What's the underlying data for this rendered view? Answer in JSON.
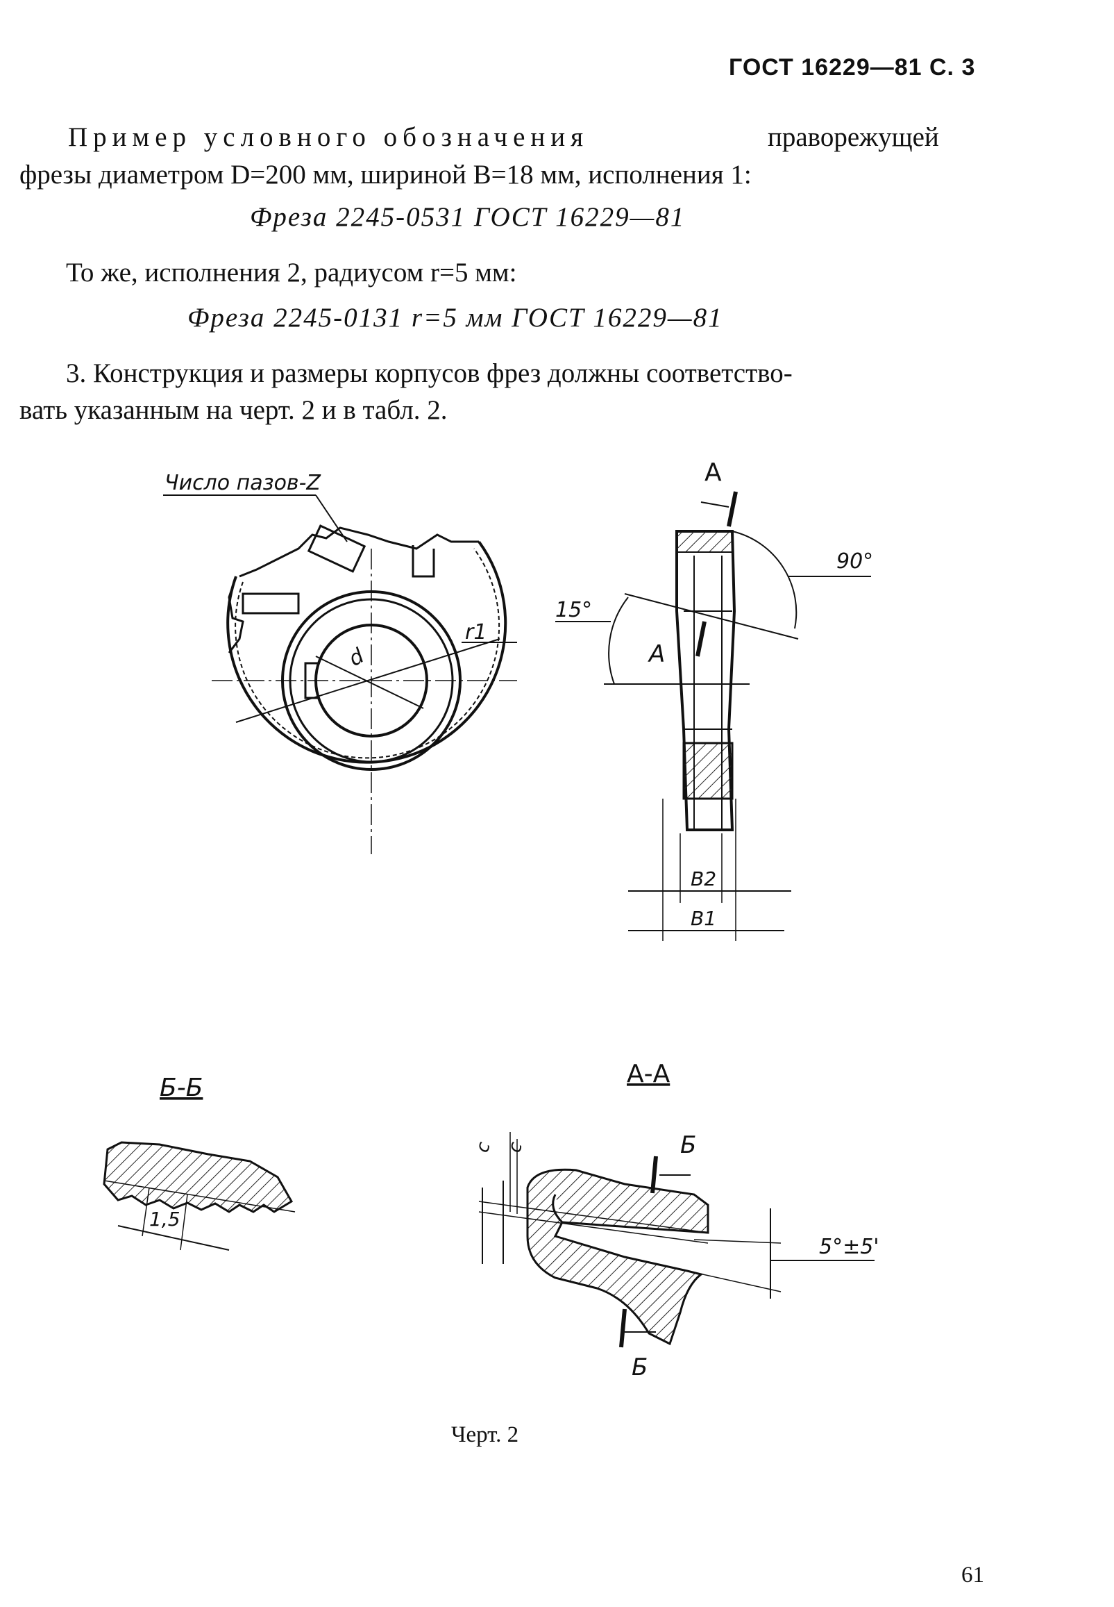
{
  "header": {
    "text": "ГОСТ 16229—81 С. 3"
  },
  "para1": {
    "spaced": "Пример условного обозначения",
    "line1_tail": "праворежущей",
    "line2": "фрезы диаметром D=200 мм, шириной B=18 мм, исполнения 1:"
  },
  "designation1": "Фреза 2245-0531 ГОСТ 16229—81",
  "para2": "То же, исполнения 2, радиусом r=5 мм:",
  "designation2": "Фреза 2245-0131 r=5 мм ГОСТ 16229—81",
  "para3": {
    "line1": "3. Конструкция и размеры корпусов фрез должны соответство-",
    "line2": "вать указанным на черт. 2 и в табл. 2."
  },
  "drawing": {
    "label_slots": "Число пазов-Z",
    "label_r1": "r1",
    "label_d": "d",
    "label_A_top": "A",
    "label_A_side": "A",
    "angle_90": "90°",
    "angle_15": "15°",
    "dim_B2": "B2",
    "dim_B1": "B1",
    "section_BB": "Б-Б",
    "section_AA": "А-А",
    "dim_1_5": "1,5",
    "dim_c": "c",
    "dim_c2": "c",
    "label_B_top": "Б",
    "label_B_bottom": "Б",
    "angle_5": "5°±5'"
  },
  "caption": "Черт. 2",
  "page_number": "61"
}
